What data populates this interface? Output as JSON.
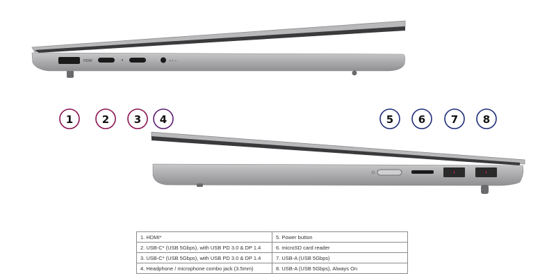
{
  "port_labels": {
    "hdmi": "HDMI"
  },
  "callouts": [
    "1",
    "2",
    "3",
    "4",
    "5",
    "6",
    "7",
    "8"
  ],
  "legend": {
    "left": [
      "1.  HDMI*",
      "2.  USB-C* (USB 5Gbps), with USB PD 3.0 & DP 1.4",
      "3.  USB-C* (USB 5Gbps), with USB PD 3.0 & DP 1.4",
      "4.  Headphone / microphone combo jack (3.5mm)"
    ],
    "right": [
      "5.  Power button",
      "6.  microSD card reader",
      "7.  USB-A (USB 5Gbps)",
      "8.  USB-A (USB 5Gbps), Always On"
    ]
  },
  "colors": {
    "left_callout": "#8a1050",
    "right_callout": "#1c2a78",
    "line": "#3a3ab0",
    "body": "#a9a9ab"
  }
}
